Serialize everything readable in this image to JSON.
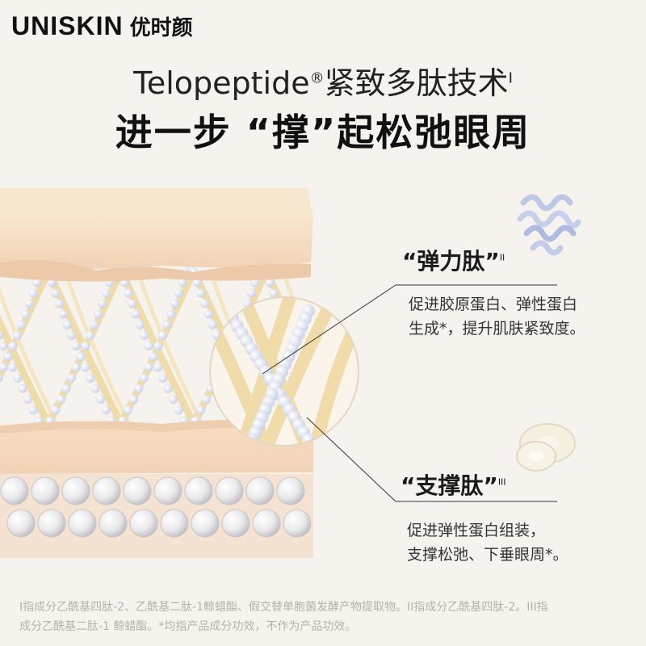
{
  "brand": {
    "name_en": "UNISKIN",
    "name_cn": "优时颜"
  },
  "tagline": {
    "text": "Telopeptide",
    "reg_mark": "®",
    "text_cn": "紧致多肽技术",
    "note_mark": "I"
  },
  "headline": {
    "text": "进一步 “撑”起松弛眼周"
  },
  "peptide_1": {
    "title": "“弹力肽”",
    "mark": "II",
    "desc_line_1": "促进胶原蛋白、弹性蛋白",
    "desc_line_2": "生成*，提升肌肤紧致度。"
  },
  "peptide_2": {
    "title": "“支撑肽”",
    "mark": "III",
    "desc_line_1": "促进弹性蛋白组装，",
    "desc_line_2": "支撑松弛、下垂眼周*。"
  },
  "footnote": {
    "line_1": "I指成分乙酰基四肽-2、乙酰基二肽-1鲸蜡酯、假交替单胞菌发酵产物提取物。II指成分乙酰基四肽-2。III指",
    "line_2": "成分乙酰基二肽-1 鲸蜡酯。*均指产品成分功效，不作为产品功效。"
  },
  "colors": {
    "skin": "#f6dfc6",
    "fiber": "#efdcaa",
    "bead": "#dfe4f1",
    "text": "#1a1a1a",
    "note": "#b5b1aa"
  },
  "icons": {
    "elastic_peptide": "coiled-helix-icon",
    "support_peptide": "ring-knot-icon"
  }
}
